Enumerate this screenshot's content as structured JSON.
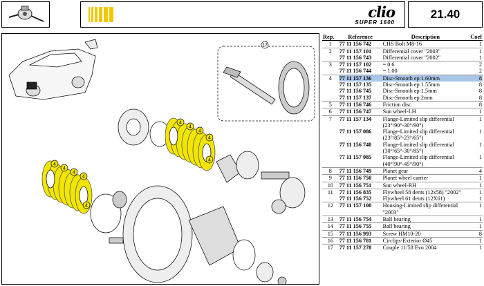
{
  "header": {
    "logo_main": "clio",
    "logo_sub": "SUPER 1600",
    "page_number": "21.40"
  },
  "table": {
    "columns": [
      "Rep.",
      "Reference",
      "Description",
      "Coef"
    ],
    "rows": [
      {
        "rep": "1",
        "ref": "77 11 156 742",
        "desc": "CHS Bolt M8-16",
        "coef": "1"
      },
      {
        "rep": "2",
        "ref": "77 11 157 101",
        "desc": "Differential cover \"2003\"",
        "coef": "1"
      },
      {
        "rep": "",
        "ref": "77 11 156 743",
        "desc": "Differential cover \"2002\"",
        "coef": "1"
      },
      {
        "rep": "3",
        "ref": "77 11 157 102",
        "desc": "= 0.6",
        "coef": "2"
      },
      {
        "rep": "",
        "ref": "77 11 156 744",
        "desc": "= 1.00",
        "coef": "2"
      },
      {
        "rep": "4",
        "ref": "77 11 157 136",
        "desc": "Disc-Smooth ep:1.60mm",
        "coef": "8"
      },
      {
        "rep": "",
        "ref": "77 11 157 135",
        "desc": "Disc-Smooth ep:1.55mm",
        "coef": "8"
      },
      {
        "rep": "",
        "ref": "77 11 156 745",
        "desc": "Disc-Smooth ep:1.5mm",
        "coef": "8"
      },
      {
        "rep": "",
        "ref": "77 11 157 137",
        "desc": "Disc-Smooth ep:2mm",
        "coef": "8"
      },
      {
        "rep": "5",
        "ref": "77 11 156 746",
        "desc": "Friction disc",
        "coef": "8"
      },
      {
        "rep": "6",
        "ref": "77 11 156 747",
        "desc": "Sun wheel-LH",
        "coef": "1"
      },
      {
        "rep": "7",
        "ref": "77 11 157 134",
        "desc": "Flange-Limited slip differential (23°/90°-30°/90°)",
        "coef": "1"
      },
      {
        "rep": "",
        "ref": "77 11 157 086",
        "desc": "Flange-Limited slip differential (23°/85°-23°/65°)",
        "coef": "1"
      },
      {
        "rep": "",
        "ref": "77 11 156 748",
        "desc": "Flange-Limited slip differential (30°/65°-30°/85°)",
        "coef": "1"
      },
      {
        "rep": "",
        "ref": "77 11 157 085",
        "desc": "Flange-Limited slip differential (40°/90°-45°/90°)",
        "coef": "1"
      },
      {
        "rep": "8",
        "ref": "77 11 156 749",
        "desc": "Planet gear",
        "coef": "4"
      },
      {
        "rep": "9",
        "ref": "77 11 156 750",
        "desc": "Planet wheel carrier",
        "coef": "1"
      },
      {
        "rep": "10",
        "ref": "77 11 156 751",
        "desc": "Sun wheel-RH",
        "coef": "1"
      },
      {
        "rep": "11",
        "ref": "77 11 156 835",
        "desc": "Flywheel 58 dents (12x58) \"2002\"",
        "coef": "1"
      },
      {
        "rep": "",
        "ref": "77 11 156 752",
        "desc": "Flywheel 61 dents (12X61)",
        "coef": "1"
      },
      {
        "rep": "12",
        "ref": "77 11 157 100",
        "desc": "Housing-Limited slip differential \"2003\"",
        "coef": "1"
      },
      {
        "rep": "13",
        "ref": "77 11 156 754",
        "desc": "Ball bearing",
        "coef": "1"
      },
      {
        "rep": "14",
        "ref": "77 11 156 755",
        "desc": "Ball bearing",
        "coef": "1"
      },
      {
        "rep": "15",
        "ref": "77 11 156 993",
        "desc": "Screw HM10-20",
        "coef": "8"
      },
      {
        "rep": "16",
        "ref": "77 11 156 781",
        "desc": "Circlips-Exterior Ø45",
        "coef": "1"
      },
      {
        "rep": "17",
        "ref": "77 11 157 278",
        "desc": "Couple 11/58 Evo 2004",
        "coef": "1"
      }
    ]
  },
  "diagram": {
    "callouts": [
      "17",
      "4",
      "4",
      "4",
      "4",
      "4",
      "4",
      "4",
      "4",
      "4",
      "4"
    ],
    "highlight_color": "#f2e600"
  }
}
